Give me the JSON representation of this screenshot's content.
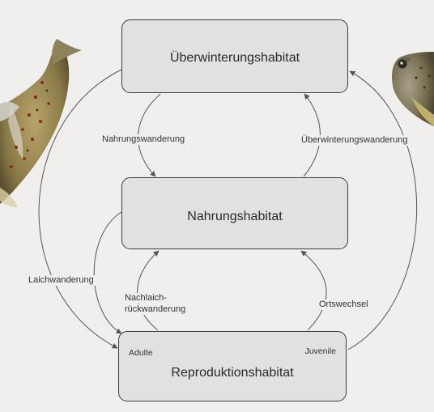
{
  "diagram": {
    "boxes": {
      "overwintering": "Überwinterungshabitat",
      "feeding": "Nahrungshabitat",
      "reproduction": "Reproduktionshabitat"
    },
    "flows": {
      "feeding_migration": "Nahrungswanderung",
      "overwintering_migration": "Überwinterungswanderung",
      "spawning_migration": "Laichwanderung",
      "post_spawning_return_line1": "Nachlaich-",
      "post_spawning_return_line2": "rückwanderung",
      "relocation": "Ortswechsel"
    },
    "stages": {
      "adults": "Adulte",
      "juveniles": "Juvenile"
    },
    "colors": {
      "box_fill": "#e1e1df",
      "box_border": "#3c3c3c",
      "arrow": "#555555",
      "background": "#f0efed"
    }
  }
}
